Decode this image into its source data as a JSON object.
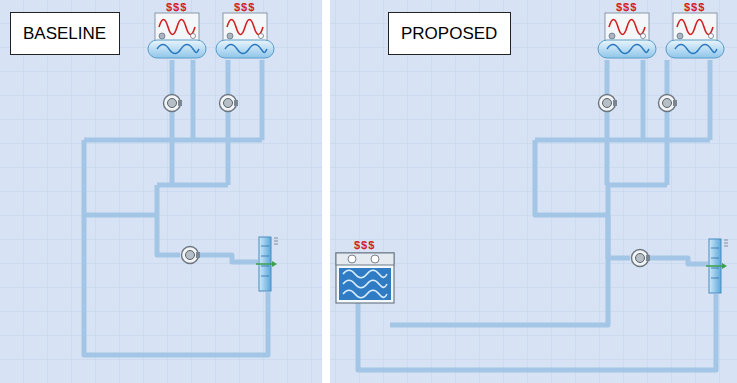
{
  "diagram": {
    "nodes": [
      {
        "text": [
          "BASELINE"
        ]
      },
      {
        "text": [
          "PROPOSED"
        ]
      }
    ],
    "labels": [
      "$$$",
      "$$$",
      "$$$",
      "$$$",
      "$$$"
    ]
  }
}
